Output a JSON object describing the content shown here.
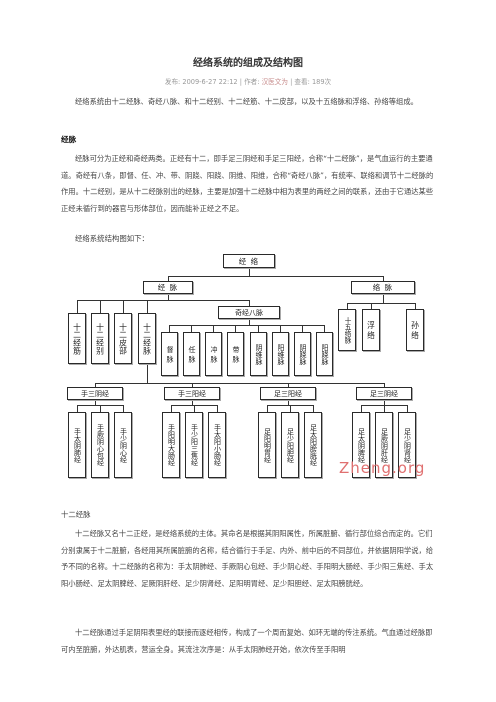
{
  "article": {
    "title": "经络系统的组成及结构图",
    "meta": {
      "posted_prefix": "发布:",
      "posted_date": "2009-6-27 22:12",
      "sep1": " | ",
      "author_prefix": "作者:",
      "author": "汉医文为",
      "sep2": " | ",
      "views_prefix": "查看:",
      "views": "189次"
    },
    "intro": "经络系统由十二经脉、奇经八脉、和十二经别、十二经筋、十二皮部，以及十五络脉和浮络、孙络等组成。",
    "section1_heading": "经脉",
    "section1_text": "经脉可分为正经和奇经两类。正经有十二，即手足三阴经和手足三阳经，合称“十二经脉”，是气血运行的主要通道。奇经有八条，即督、任、冲、带、阴跷、阳跷、阴维、阳维，合称“奇经八脉”，有统率、联络和调节十二经脉的作用。十二经别，是从十二经脉别出的经脉，主要是加强十二经脉中相为表里的两经之间的联系，还由于它通达某些正经未循行到的器官与形体部位，因而能补正经之不足。",
    "diagram_caption": "经络系统结构图如下：",
    "section2_heading": "十二经脉",
    "section2_text1": "十二经脉又名十二正经，是经络系统的主体。其命名是根据其阴阳属性，所属脏腑、循行部位综合而定的。它们分别隶属于十二脏腑，各经用其所属脏腑的名称，结合循行于手足、内外、前中后的不同部位，并依据阴阳学说，给予不同的名称。十二经脉的名称为：手太阴肺经、手厥阴心包经、手少阴心经、手阳明大肠经、手少阳三焦经、手太阳小肠经、足太阴脾经、足厥阴肝经、足少阴肾经、足阳明胃经、足少阳胆经、足太阳膀胱经。",
    "section2_text2": "十二经脉通过手足阴阳表里经的联接而逐经相传，构成了一个周而复始、如环无端的传注系统。气血通过经脉即可内至脏腑，外达肌表，营运全身。其流注次序是：从手太阴肺经开始，依次传至手阳明"
  },
  "diagram": {
    "root": "经 络",
    "jingmai": "经 脉",
    "luomai": "络 脉",
    "qijing": "奇经八脉",
    "level2": [
      "十二经筋",
      "十二经别",
      "十二皮部",
      "十二经脉"
    ],
    "luo_children": [
      "十五络脉",
      "浮 络",
      "孙 络"
    ],
    "eight": [
      "督 脉",
      "任 脉",
      "冲 脉",
      "带 脉",
      "阴维脉",
      "阳维脉",
      "阴跷脉",
      "阳跷脉"
    ],
    "groups": [
      {
        "label": "手三阴经",
        "items": [
          "手太阴肺经",
          "手厥阴心包经",
          "手少阴心经"
        ]
      },
      {
        "label": "手三阳经",
        "items": [
          "手阳明大肠经",
          "手少阳三焦经",
          "手太阳小肠经"
        ]
      },
      {
        "label": "足三阳经",
        "items": [
          "足阳明胃经",
          "足少阳胆经",
          "足太阳膀胱经"
        ]
      },
      {
        "label": "足三阴经",
        "items": [
          "足太阴脾经",
          "足厥阴肝经",
          "足少阴肾经"
        ]
      }
    ],
    "watermark": "Zheng.org"
  }
}
